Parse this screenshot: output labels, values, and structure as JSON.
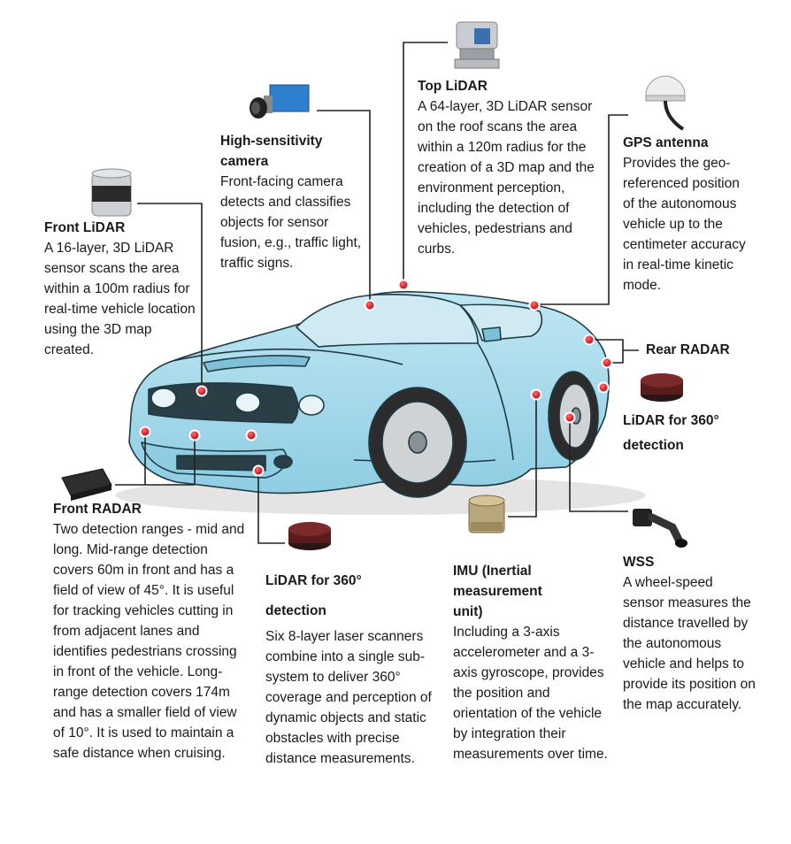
{
  "sensors": {
    "front_lidar": {
      "title": "Front LiDAR",
      "description": "A 16-layer, 3D LiDAR sensor scans the area within a 100m radius for real-time vehicle location using the 3D map created."
    },
    "camera": {
      "title": "High-sensitivity camera",
      "description": "Front-facing camera detects and classifies objects for sensor fusion, e.g., traffic light, traffic signs."
    },
    "top_lidar": {
      "title": "Top LiDAR",
      "description": "A 64-layer, 3D LiDAR sensor on the roof scans the area within a 120m radius for the creation of a 3D map and the environment perception, including the detection of vehicles, pedestrians and curbs."
    },
    "gps": {
      "title": "GPS antenna",
      "description": "Provides the geo-referenced position of the autonomous vehicle up to the centimeter accuracy in real-time kinetic mode."
    },
    "rear_radar": {
      "title": "Rear RADAR"
    },
    "rear_lidar_360": {
      "title": "LiDAR for 360° detection"
    },
    "front_radar": {
      "title": "Front RADAR",
      "description": "Two detection ranges - mid and long. Mid-range detection covers 60m in front and has a field of view of 45°. It is useful for tracking vehicles cutting in from adjacent lanes and identifies pedestrians crossing in front of the vehicle. Long-range detection covers 174m and has a smaller field of view of 10°. It is used to maintain a safe distance when cruising."
    },
    "lidar_360": {
      "title": "LiDAR for 360° detection",
      "description": "Six 8-layer laser scanners combine into a single sub-system to deliver 360° coverage and perception of dynamic objects and static obstacles with precise distance measurements."
    },
    "imu": {
      "title": "IMU (Inertial measurement unit)",
      "description": "Including a 3-axis accelerometer and a 3-axis gyroscope, provides the position and orientation of the vehicle by integration their measurements over time."
    },
    "wss": {
      "title": "WSS",
      "description": "A wheel-speed sensor measures the distance travelled by the autonomous vehicle and helps to provide its position on the map accurately."
    }
  },
  "colors": {
    "car_body": "#a9dcec",
    "sensor_dot": "#e3141c",
    "leader_line": "#222222"
  }
}
